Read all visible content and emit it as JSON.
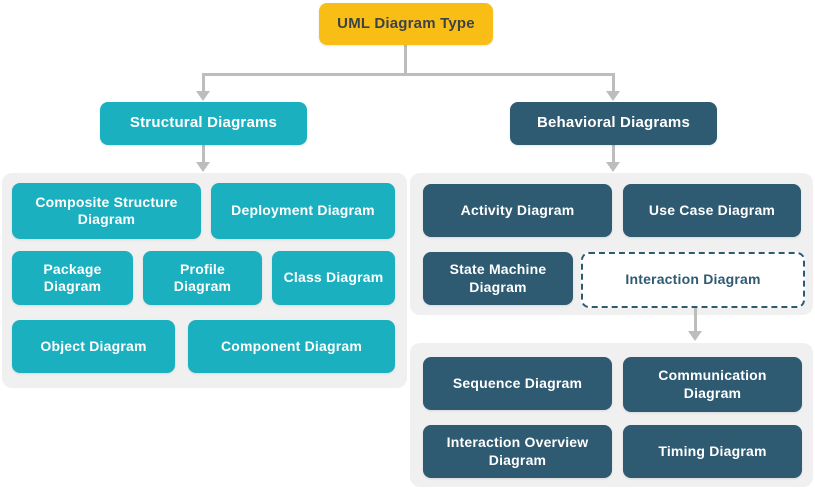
{
  "colors": {
    "root_fill": "#F9BE15",
    "root_text": "#3D4247",
    "structural_fill": "#1BB0BF",
    "behavioral_fill": "#2E5A72",
    "group_panel_fill": "#F0F0F0",
    "connector": "#BDBDBD",
    "node_text": "#FFFFFF",
    "dashed_node_border": "#2E5A72"
  },
  "root": {
    "label": "UML Diagram Type"
  },
  "structural": {
    "label": "Structural Diagrams",
    "children": [
      "Composite Structure Diagram",
      "Deployment Diagram",
      "Package Diagram",
      "Profile Diagram",
      "Class Diagram",
      "Object Diagram",
      "Component Diagram"
    ]
  },
  "behavioral": {
    "label": "Behavioral Diagrams",
    "children": [
      "Activity Diagram",
      "Use Case Diagram",
      "State Machine Diagram",
      "Interaction Diagram"
    ]
  },
  "interaction": {
    "label": "Interaction Diagram",
    "children": [
      "Sequence Diagram",
      "Communication Diagram",
      "Interaction Overview Diagram",
      "Timing Diagram"
    ]
  }
}
